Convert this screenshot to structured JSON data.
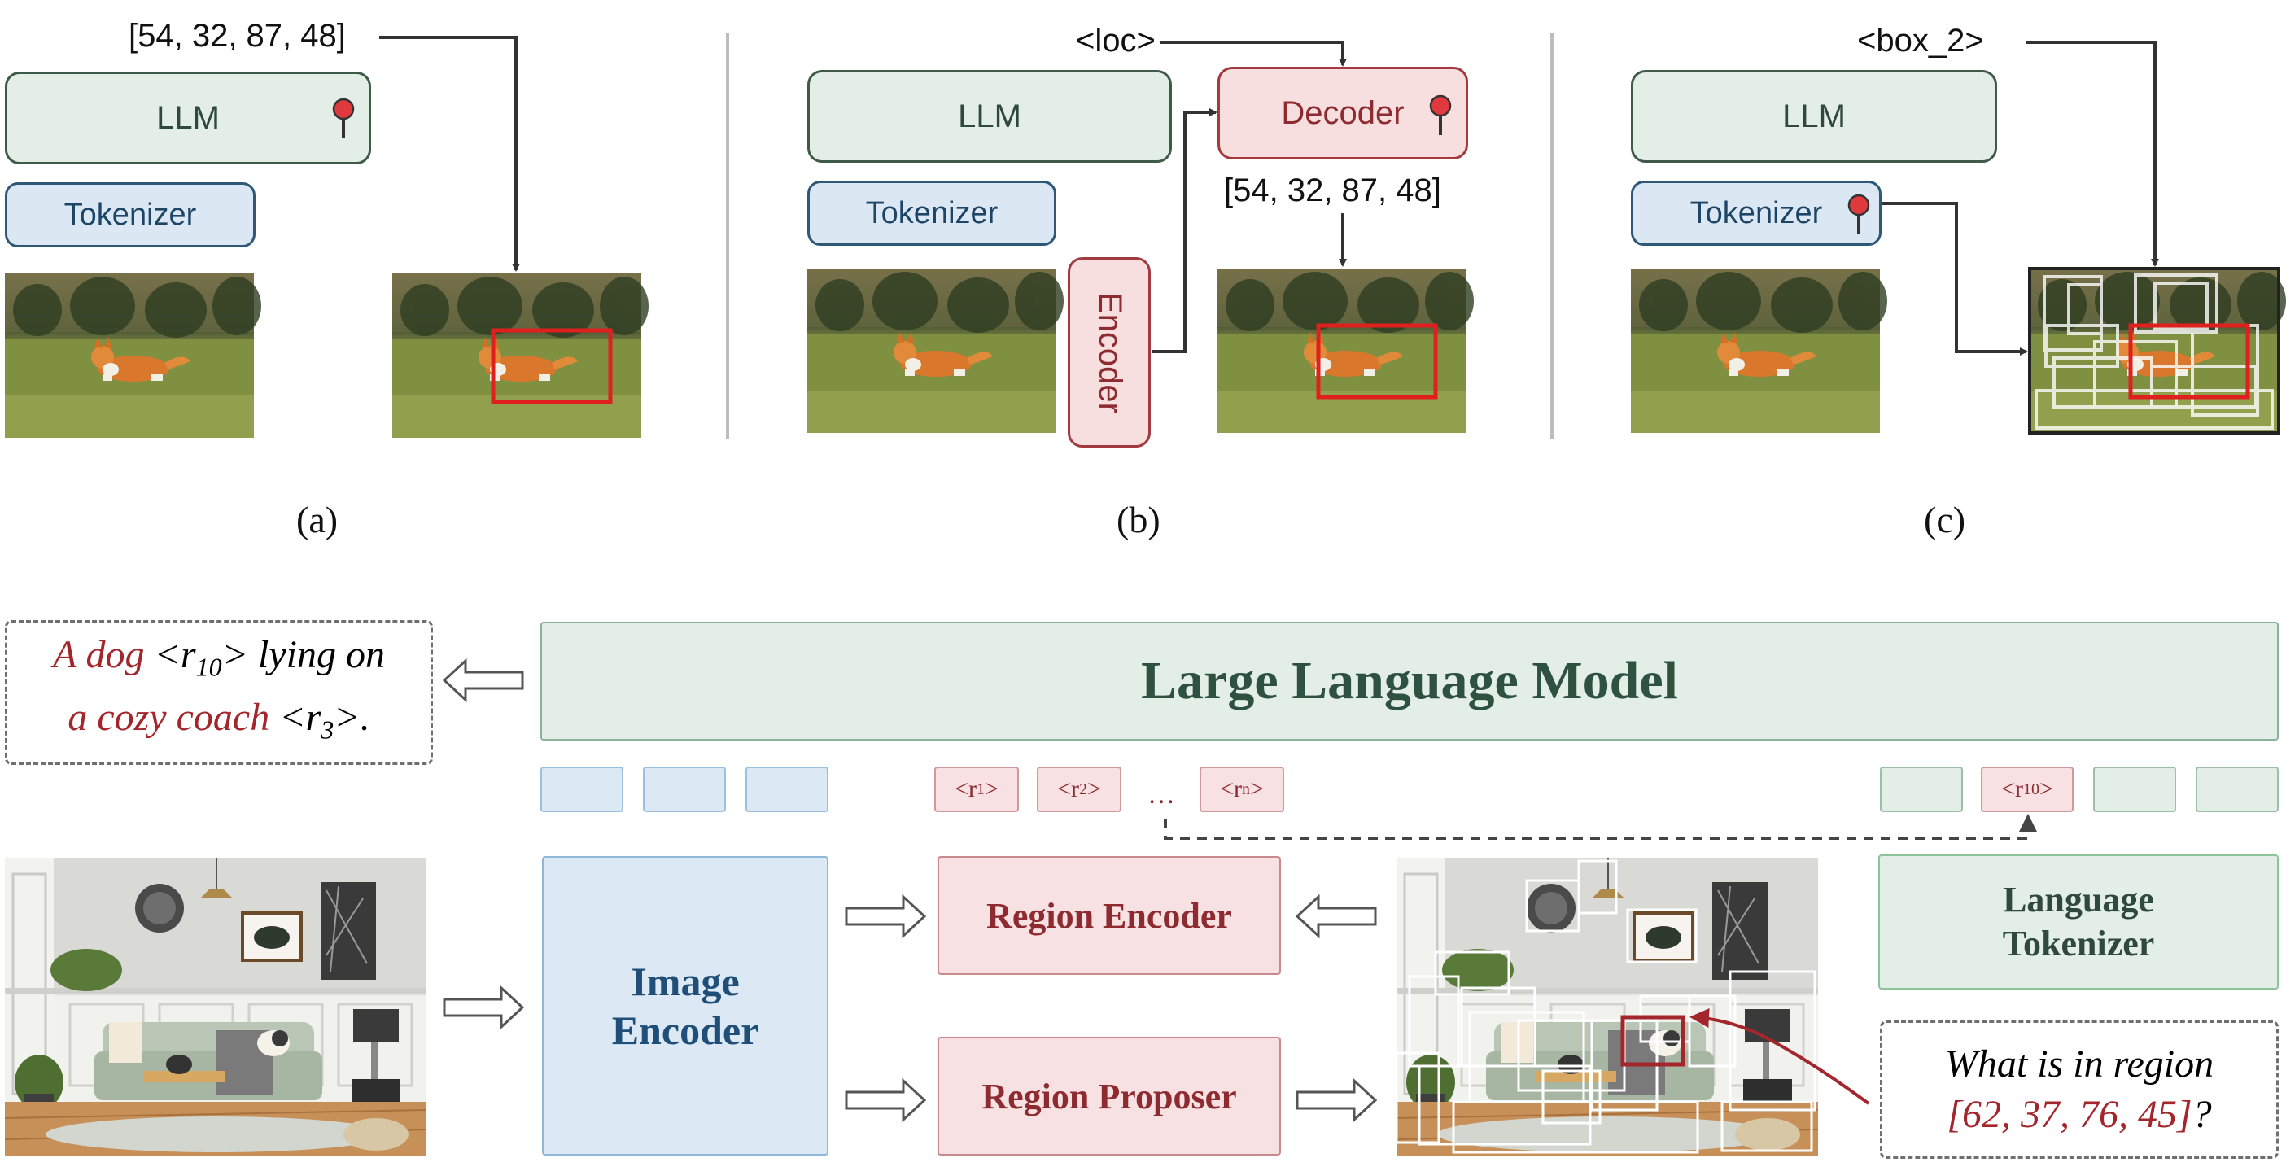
{
  "panel_a": {
    "coords": "[54, 32, 87, 48]",
    "llm": "LLM",
    "tokenizer": "Tokenizer",
    "caption": "(a)"
  },
  "panel_b": {
    "loc_token": "<loc>",
    "llm": "LLM",
    "tokenizer": "Tokenizer",
    "decoder": "Decoder",
    "encoder": "Encoder",
    "coords": "[54, 32, 87, 48]",
    "caption": "(b)"
  },
  "panel_c": {
    "box_token": "<box_2>",
    "llm": "LLM",
    "tokenizer": "Tokenizer",
    "caption": "(c)"
  },
  "bottom": {
    "llm_title": "Large Language Model",
    "output_parts": {
      "p1": "A dog",
      "p2": " <r",
      "p2_sub": "10",
      "p3": "> lying on",
      "p4": "a cozy coach",
      "p5": " <r",
      "p5_sub": "3",
      "p6": ">."
    },
    "region_tokens": [
      {
        "base": "<r",
        "sub": "1",
        "end": ">"
      },
      {
        "base": "<r",
        "sub": "2",
        "end": ">"
      },
      {
        "base": "<r",
        "sub": "n",
        "end": ">"
      }
    ],
    "ellipsis": "…",
    "lang_region_token": {
      "base": "<r",
      "sub": "10",
      "end": ">"
    },
    "image_encoder_line1": "Image",
    "image_encoder_line2": "Encoder",
    "region_encoder": "Region Encoder",
    "region_proposer": "Region Proposer",
    "language_tokenizer_line1": "Language",
    "language_tokenizer_line2": "Tokenizer",
    "question_line1": "What is in region",
    "question_line2": "[62, 37, 76, 45]",
    "question_mark": "?"
  },
  "colors": {
    "llm_green": "#e3eee7",
    "tokenizer_blue": "#dbe8f4",
    "decoder_red": "#f7dfe0",
    "highlight_red": "#e01f1f",
    "text_dark_red": "#a3262c"
  },
  "icons": [
    "pin-icon",
    "dog-photo",
    "living-room-photo",
    "arrow"
  ]
}
